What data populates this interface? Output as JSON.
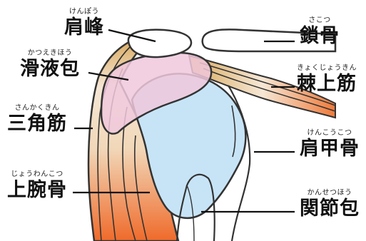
{
  "labels": {
    "acromion": {
      "text": "肩峰",
      "reading": "けんぽう"
    },
    "bursa": {
      "text": "滑液包",
      "reading": "かつえきほう"
    },
    "deltoid": {
      "text": "三角筋",
      "reading": "さんかくきん"
    },
    "humerus": {
      "text": "上腕骨",
      "reading": "じょうわんこつ"
    },
    "clavicle": {
      "text": "鎖骨",
      "reading": "さこつ"
    },
    "supraspinatus": {
      "text": "棘上筋",
      "reading": "きょくじょうきん"
    },
    "scapula": {
      "text": "肩甲骨",
      "reading": "けんこうこつ"
    },
    "capsule": {
      "text": "関節包",
      "reading": "かんせつほう"
    }
  },
  "colors": {
    "outline": "#333333",
    "bone_fill": "#ffffff",
    "capsule_fill": "#c7e4f7",
    "bursa_fill": "#f0c8dc",
    "muscle_light": "#f7eee2",
    "muscle_tan": "#e9c49a",
    "muscle_orange": "#ef6a2a"
  }
}
